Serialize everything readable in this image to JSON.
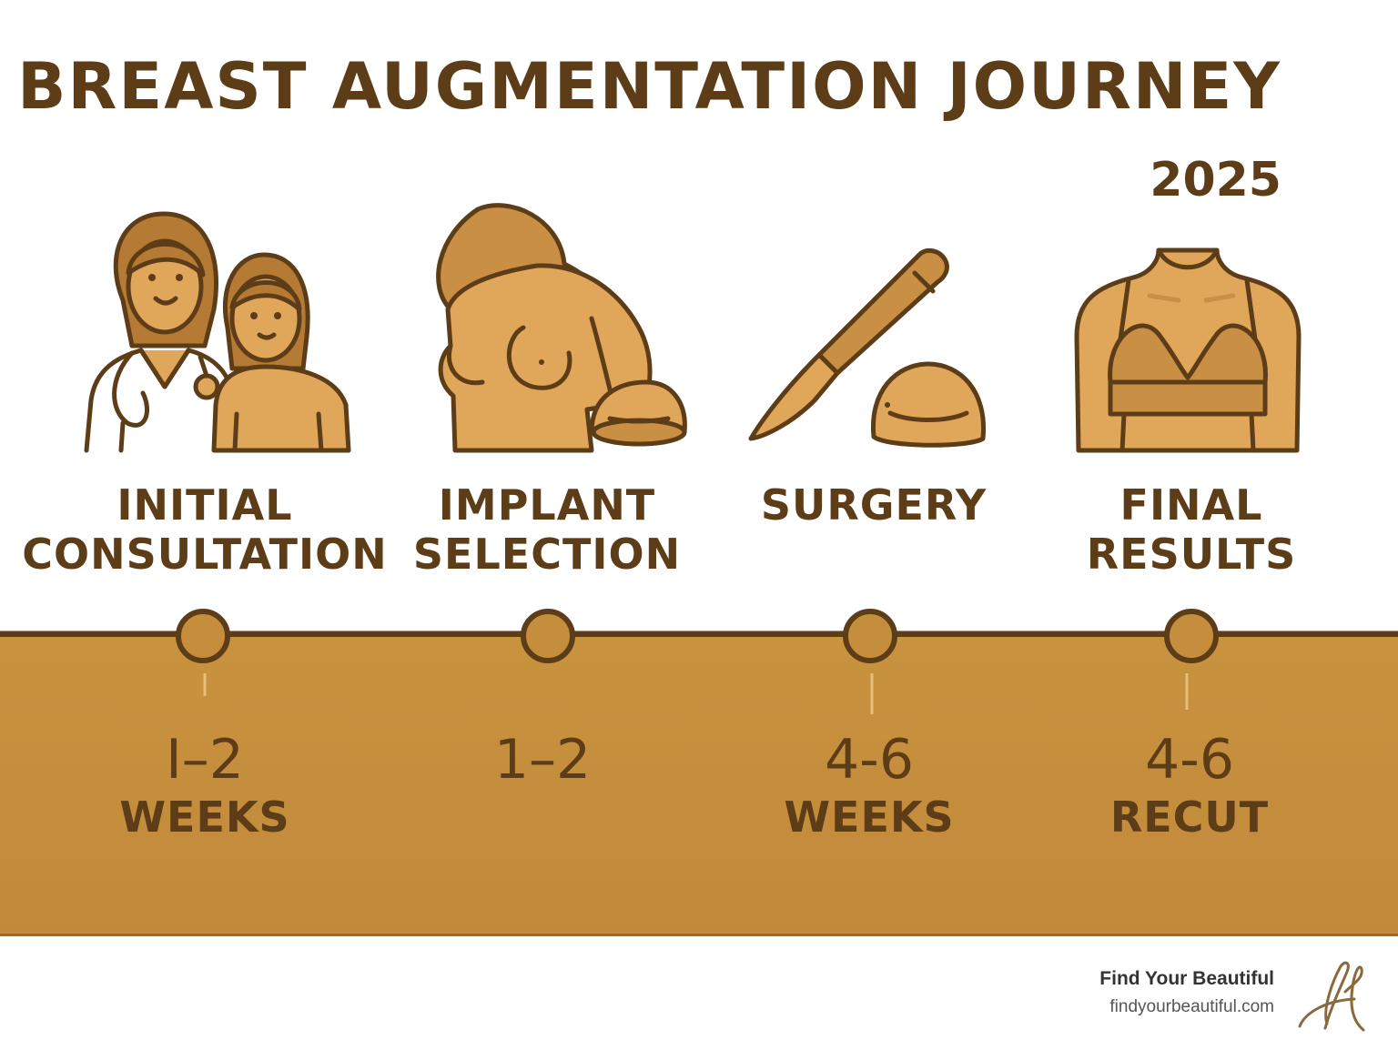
{
  "title": "BREAST AUGMENTATION JOURNEY",
  "year": "2025",
  "stages": [
    {
      "label_line1": "INITIAL",
      "label_line2": "CONSULTATION",
      "duration_number": "I–2",
      "duration_unit": "WEEKS",
      "icon": "doctor-patient-icon"
    },
    {
      "label_line1": "IMPLANT",
      "label_line2": "SELECTION",
      "duration_number": "1–2",
      "duration_unit": "",
      "icon": "torso-implant-icon"
    },
    {
      "label_line1": "SURGERY",
      "label_line2": "",
      "duration_number": "4-6",
      "duration_unit": "WEEKS",
      "icon": "scalpel-implant-icon"
    },
    {
      "label_line1": "FINAL",
      "label_line2": "RESULTS",
      "duration_number": "4-6",
      "duration_unit": "RECUT",
      "icon": "bra-torso-icon"
    }
  ],
  "brand": {
    "name": "Find Your Beautiful",
    "url": "findyourbeautiful.com",
    "logo_icon": "script-h-logo-icon"
  },
  "colors": {
    "primary": "#5d3c18",
    "band": "#c58e3c",
    "skin": "#e0a65a",
    "skin_shade": "#c98f45"
  }
}
